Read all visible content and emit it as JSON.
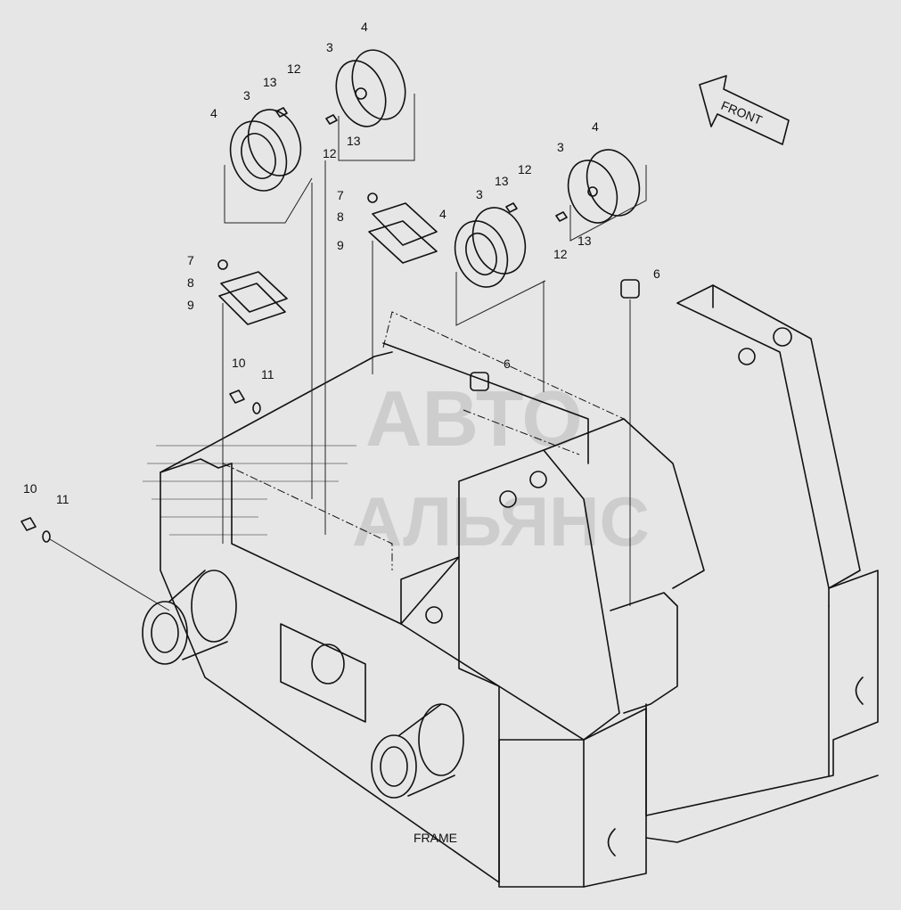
{
  "caption": "FRAME",
  "direction_label": "FRONT",
  "watermark": {
    "line1": "АВТО",
    "line2": "АЛЬЯНС"
  },
  "callouts": [
    {
      "id": "c-4a",
      "text": "4"
    },
    {
      "id": "c-3a",
      "text": "3"
    },
    {
      "id": "c-13a",
      "text": "13"
    },
    {
      "id": "c-12a",
      "text": "12"
    },
    {
      "id": "c-4b",
      "text": "4"
    },
    {
      "id": "c-3b",
      "text": "3"
    },
    {
      "id": "c-12b",
      "text": "12"
    },
    {
      "id": "c-13b",
      "text": "13"
    },
    {
      "id": "c-7a",
      "text": "7"
    },
    {
      "id": "c-8a",
      "text": "8"
    },
    {
      "id": "c-9a",
      "text": "9"
    },
    {
      "id": "c-7b",
      "text": "7"
    },
    {
      "id": "c-8b",
      "text": "8"
    },
    {
      "id": "c-9b",
      "text": "9"
    },
    {
      "id": "c-4c",
      "text": "4"
    },
    {
      "id": "c-3c",
      "text": "3"
    },
    {
      "id": "c-13c",
      "text": "13"
    },
    {
      "id": "c-12c",
      "text": "12"
    },
    {
      "id": "c-4d",
      "text": "4"
    },
    {
      "id": "c-3d",
      "text": "3"
    },
    {
      "id": "c-12d",
      "text": "12"
    },
    {
      "id": "c-13d",
      "text": "13"
    },
    {
      "id": "c-6a",
      "text": "6"
    },
    {
      "id": "c-6b",
      "text": "6"
    },
    {
      "id": "c-10a",
      "text": "10"
    },
    {
      "id": "c-11a",
      "text": "11"
    },
    {
      "id": "c-10b",
      "text": "10"
    },
    {
      "id": "c-11b",
      "text": "11"
    }
  ]
}
